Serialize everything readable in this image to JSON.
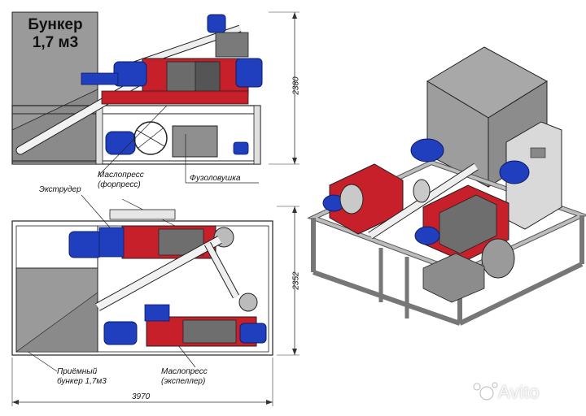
{
  "hopper_title": {
    "line1": "Бункер",
    "line2": "1,7 м3"
  },
  "labels": {
    "extruder": "Экструдер",
    "oil_press_fore_line1": "Маслопресс",
    "oil_press_fore_line2": "(форпресс)",
    "sludge_trap": "Фузоловушка",
    "receiving_hopper_line1": "Приёмный",
    "receiving_hopper_line2": "бункер 1,7м3",
    "oil_press_expeller_line1": "Маслопресс",
    "oil_press_expeller_line2": "(экспеллер)"
  },
  "dimensions": {
    "height_top": "2380",
    "depth_bottom": "2352",
    "width_total": "3970"
  },
  "watermark": "Avito",
  "colors": {
    "frame": "#8a8a8a",
    "hopper": "#9a9a9a",
    "press_red": "#c8202a",
    "motor_blue": "#1f3fbf",
    "line": "#222222"
  }
}
